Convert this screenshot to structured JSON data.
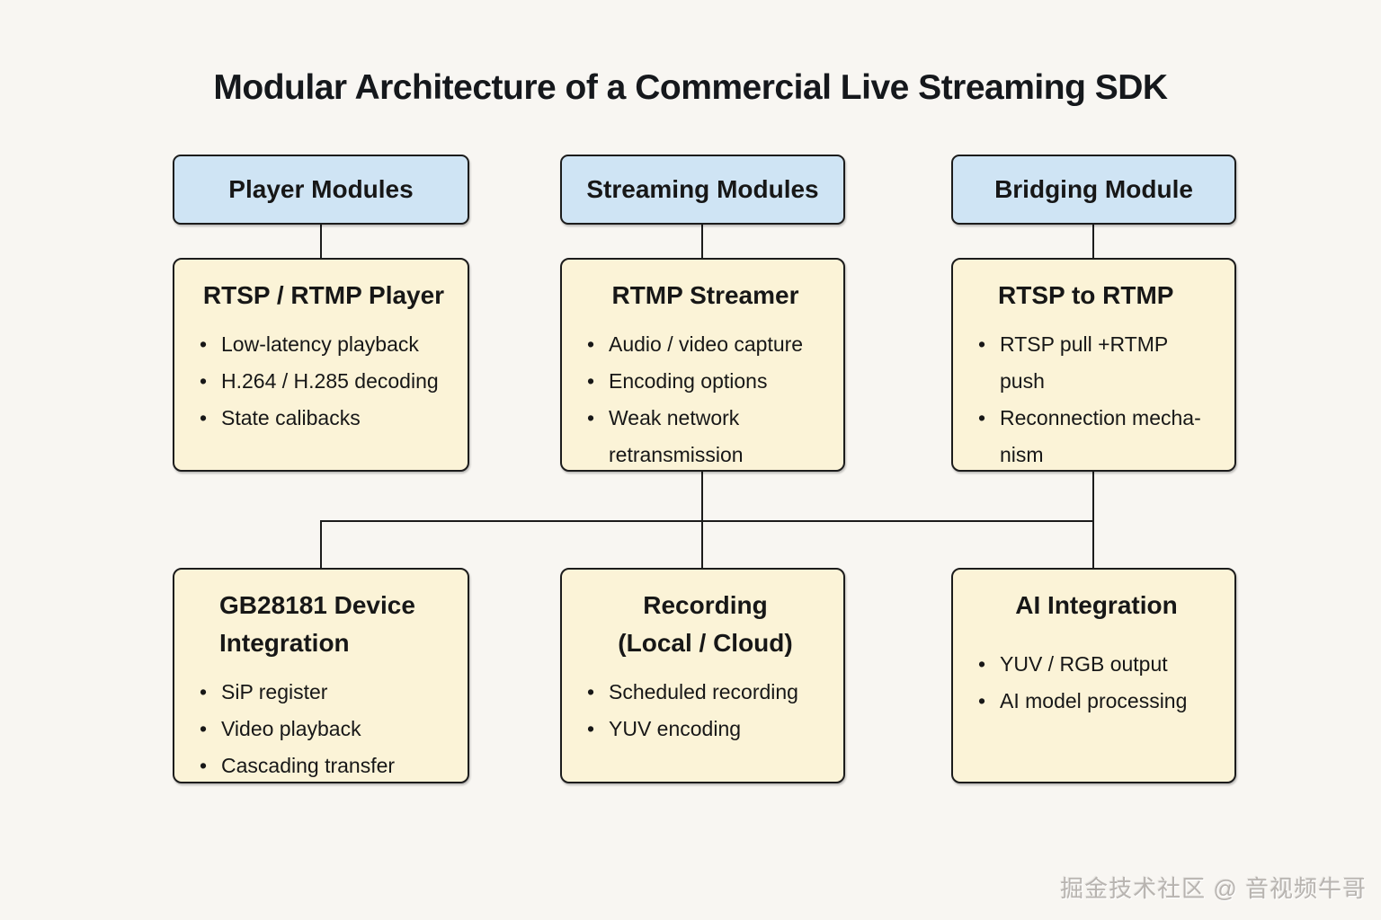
{
  "page": {
    "title": "Modular Architecture of a Commercial Live Streaming SDK",
    "watermark": "掘金技术社区 @ 音视频牛哥"
  },
  "colors": {
    "background": "#f8f6f2",
    "header_fill": "#cfe4f4",
    "module_fill": "#fbf3d7",
    "border": "#1c1c1c",
    "text": "#171717",
    "connector": "#1c1c1c",
    "watermark": "#b8b4b0"
  },
  "headers": [
    {
      "label": "Player Modules"
    },
    {
      "label": "Streaming Modules"
    },
    {
      "label": "Bridging Module"
    }
  ],
  "modules": [
    {
      "title": "RTSP / RTMP Player",
      "bullets": [
        "Low-latency playback",
        "H.264 / H.285 decoding",
        "State calibacks"
      ]
    },
    {
      "title": "RTMP Streamer",
      "bullets": [
        "Audio / video capture",
        "Encoding options",
        "Weak network\nretransmission"
      ]
    },
    {
      "title": "RTSP to RTMP",
      "bullets": [
        "RTSP pull +RTMP push",
        "Reconnection mecha-\nnism"
      ]
    },
    {
      "title": "GB28181 Device\nIntegration",
      "bullets": [
        "SiP register",
        "Video playback",
        "Cascading transfer"
      ]
    },
    {
      "title": "Recording\n(Local / Cloud)",
      "bullets": [
        "Scheduled recording",
        "YUV encoding"
      ]
    },
    {
      "title": "AI Integration",
      "bullets": [
        "YUV / RGB output",
        "AI model processing"
      ]
    }
  ],
  "bullet_glyph": "•"
}
